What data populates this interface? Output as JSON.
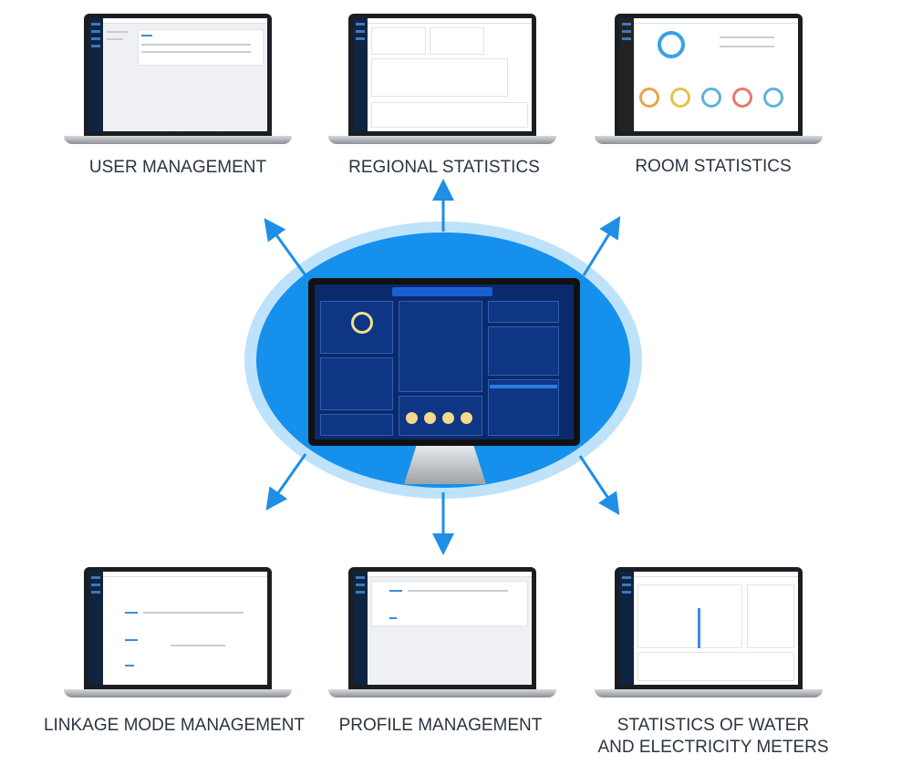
{
  "modules": {
    "user_management": "USER MANAGEMENT",
    "regional_statistics": "REGIONAL STATISTICS",
    "room_statistics": "ROOM STATISTICS",
    "linkage_mode_management": "LINKAGE MODE MANAGEMENT",
    "profile_management": "PROFILE MANAGEMENT",
    "meters_line1": "STATISTICS OF WATER",
    "meters_line2": "AND ELECTRICITY METERS"
  },
  "colors": {
    "arrow": "#1e8ee6",
    "ellipse_outer": "#bfe2fb",
    "ellipse_inner": "#1590ec",
    "dashboard_bg": "#0b2a6b"
  }
}
